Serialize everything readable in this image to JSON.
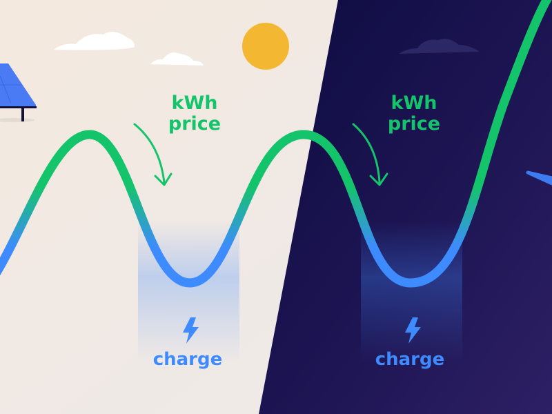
{
  "day": {
    "price_label": [
      "kWh",
      "price"
    ],
    "charge_label": "charge"
  },
  "night": {
    "price_label": [
      "kWh",
      "price"
    ],
    "charge_label": "charge"
  },
  "colors": {
    "green": "#14c46b",
    "blue": "#3d8bff",
    "sun": "#f4b731",
    "night": "#130e47",
    "day": "#f3ece4"
  }
}
